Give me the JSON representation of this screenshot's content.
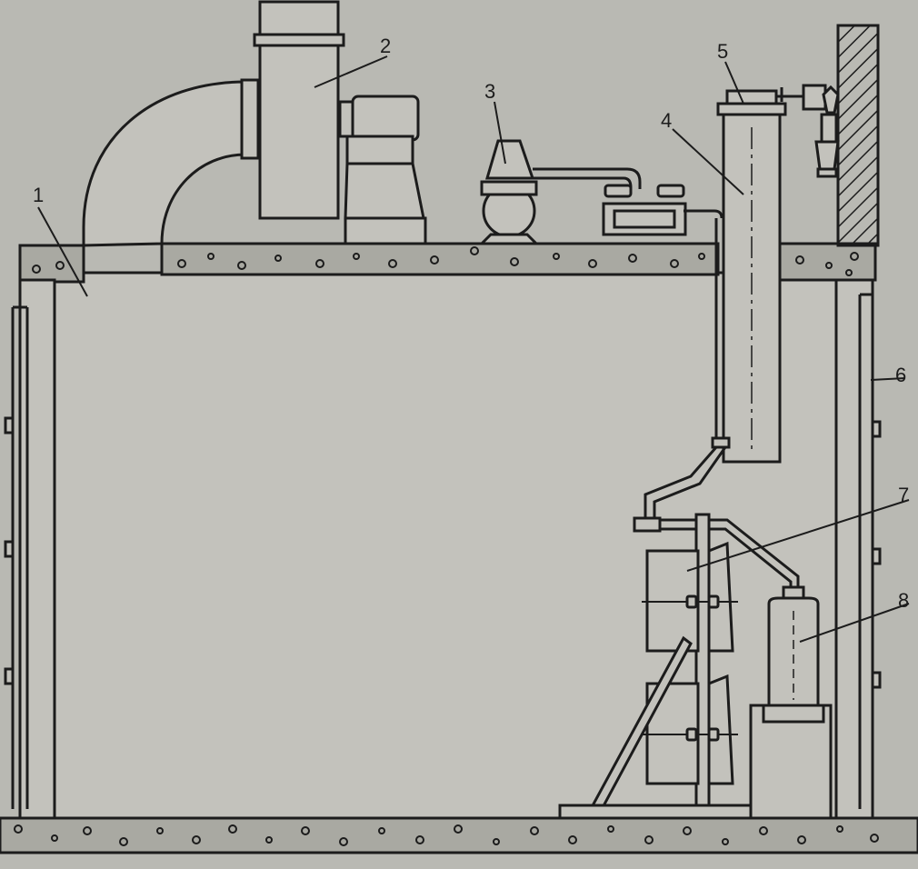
{
  "diagram": {
    "labels": [
      {
        "id": "1",
        "text": "1"
      },
      {
        "id": "2",
        "text": "2"
      },
      {
        "id": "3",
        "text": "3"
      },
      {
        "id": "4",
        "text": "4"
      },
      {
        "id": "5",
        "text": "5"
      },
      {
        "id": "6",
        "text": "6"
      },
      {
        "id": "7",
        "text": "7"
      },
      {
        "id": "8",
        "text": "8"
      }
    ],
    "colors": {
      "background": "#b9b9b3",
      "panel": "#c3c2bc",
      "ink": "#1c1c1c",
      "concrete": "#a9a9a2"
    }
  }
}
